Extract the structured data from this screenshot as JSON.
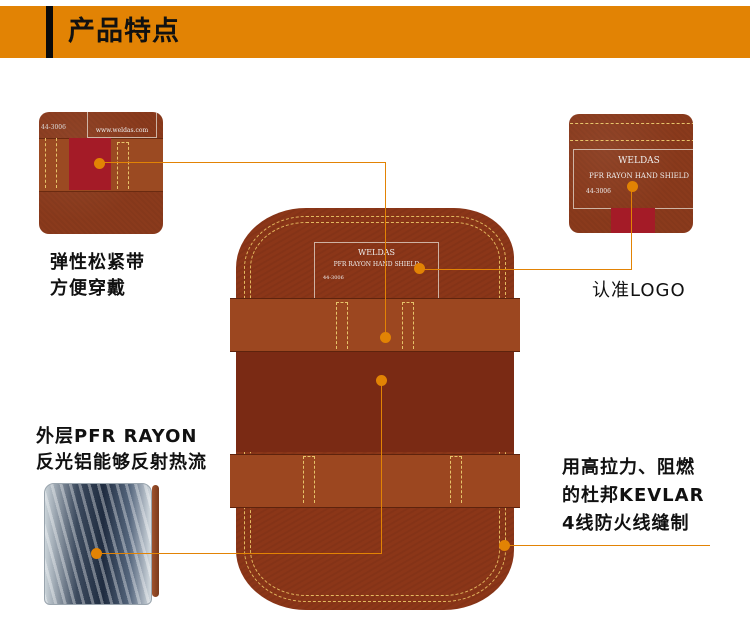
{
  "header": {
    "title": "产品特点",
    "accent_color": "#e28304",
    "bar_color": "#0a0a0a"
  },
  "product_label": {
    "brand": "WELDAS",
    "name": "PFR RAYON HAND SHIELD",
    "code": "44-3006",
    "website": "www.weldas.com"
  },
  "features": [
    {
      "id": "elastic-strap",
      "lines": [
        "弹性松紧带",
        "方便穿戴"
      ]
    },
    {
      "id": "logo",
      "lines": [
        "认准LOGO"
      ]
    },
    {
      "id": "pfr-rayon",
      "lines": [
        "外层PFR RAYON",
        "反光铝能够反射热流"
      ]
    },
    {
      "id": "kevlar-thread",
      "lines": [
        "用高拉力、阻燃",
        "的杜邦KEVLAR",
        "4线防火线缝制"
      ]
    }
  ],
  "colors": {
    "leather": "#8b3618",
    "elastic": "#a41b27",
    "stitch": "#e3b85f",
    "leader_line": "#e28304"
  }
}
